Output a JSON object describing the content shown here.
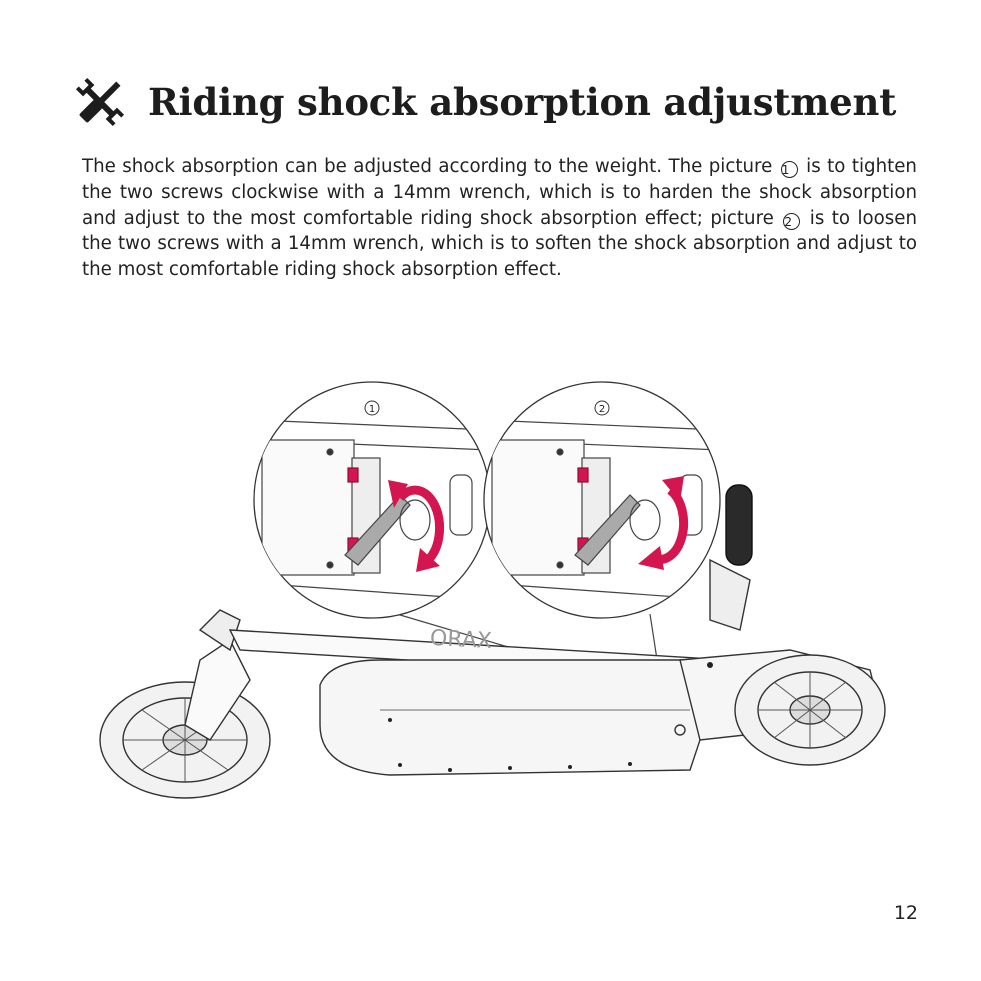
{
  "heading": {
    "title": "Riding shock absorption adjustment",
    "icon": "wrench-screwdriver-icon"
  },
  "body": {
    "part1": "The shock absorption can be adjusted according to the weight. The picture",
    "marker1": "1",
    "part2": "is to tighten the two screws clockwise with a 14mm wrench, which is to harden the shock absorption and adjust to the most comfortable riding shock absorption effect; picture",
    "marker2": "2",
    "part3": "is to loosen the two screws with a 14mm wrench, which is to soften the shock absorption and adjust to the most comfortable riding shock absorption effect."
  },
  "illustration": {
    "detail1_label": "1",
    "detail2_label": "2",
    "brand_logo": "ORAX",
    "arrow_color": "#d3164f"
  },
  "page_number": "12"
}
